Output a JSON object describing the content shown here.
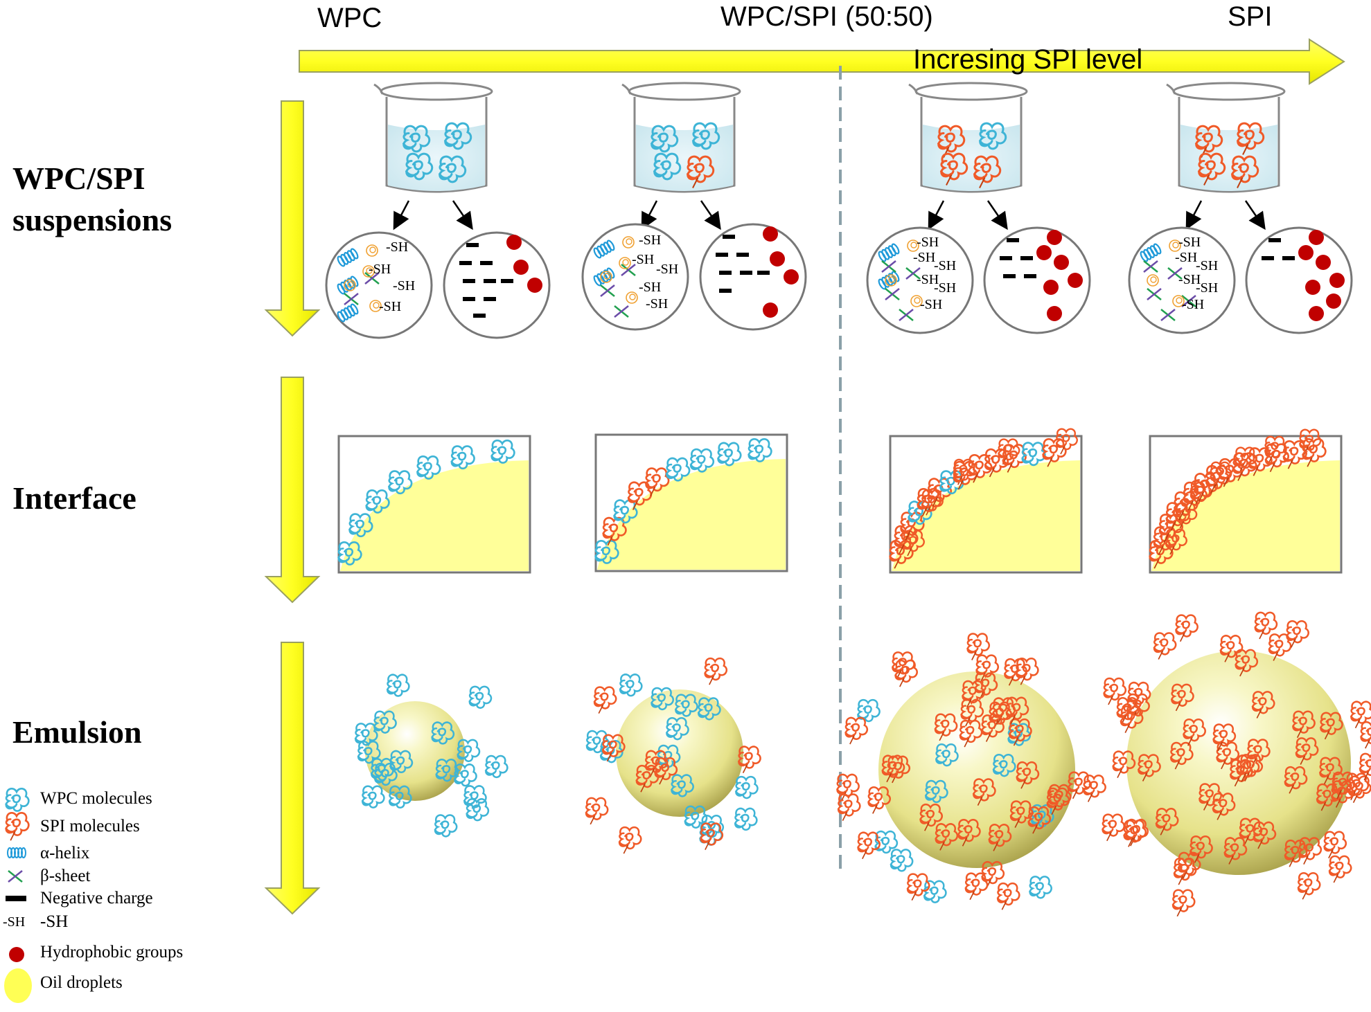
{
  "top_labels": {
    "left": "WPC",
    "middle": "WPC/SPI (50:50)",
    "right": "SPI",
    "arrow_text": "Incresing SPI level"
  },
  "stage_labels": {
    "suspensions_line1": "WPC/SPI",
    "suspensions_line2": "suspensions",
    "interface": "Interface",
    "emulsion": "Emulsion"
  },
  "sh_label": "-SH",
  "legend": [
    {
      "icon": "wpc-molecule-icon",
      "label": "WPC molecules"
    },
    {
      "icon": "spi-molecule-icon",
      "label": "SPI molecules"
    },
    {
      "icon": "alpha-helix-icon",
      "label": "α-helix"
    },
    {
      "icon": "beta-sheet-icon",
      "label": "β-sheet"
    },
    {
      "icon": "negative-charge-icon",
      "label": "Negative charge"
    },
    {
      "icon": "sh-icon",
      "label": "-SH",
      "icon_text": "-SH"
    },
    {
      "icon": "hydrophobic-group-icon",
      "label": "Hydrophobic groups"
    },
    {
      "icon": "oil-droplet-icon",
      "label": "Oil droplets"
    }
  ],
  "colors": {
    "arrow_yellow": "#ffff33",
    "arrow_edge": "#9aa060",
    "wpc": "#3eb4d6",
    "spi": "#f05a28",
    "helix": "#1f9ad9",
    "sheet_green": "#22a050",
    "sheet_purple": "#6b4ca8",
    "hydrophobic": "#c00000",
    "oil": "#ffff99",
    "divider": "#8aa0a8"
  }
}
